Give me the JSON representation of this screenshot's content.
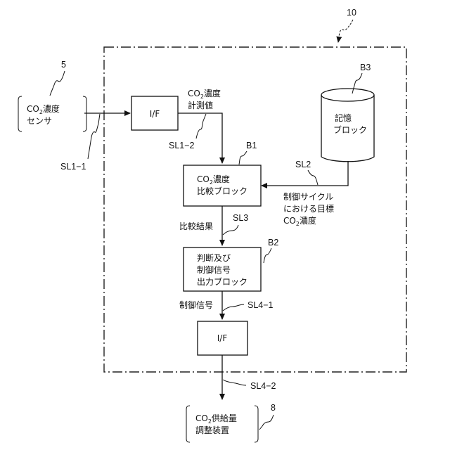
{
  "diagram": {
    "system": {
      "ref": "10"
    },
    "sensor": {
      "ref": "5",
      "line1_pre": "CO",
      "line1_sub": "2",
      "line1_post": "濃度",
      "line2": "センサ"
    },
    "if_in": {
      "label": "I/F"
    },
    "measured_label": {
      "line1_pre": "CO",
      "line1_sub": "2",
      "line1_post": "濃度",
      "line2": "計測値"
    },
    "signals": {
      "sl1_1": "SL1−1",
      "sl1_2": "SL1−2",
      "sl2": "SL2",
      "sl3": "SL3",
      "sl4_1": "SL4−1",
      "sl4_2": "SL4−2"
    },
    "storage": {
      "ref": "B3",
      "line1": "記憶",
      "line2": "ブロック"
    },
    "compare_block": {
      "ref": "B1",
      "line1_pre": "CO",
      "line1_sub": "2",
      "line1_post": "濃度",
      "line2": "比較ブロック"
    },
    "target_label": {
      "line1": "制御サイクル",
      "line2": "における目標",
      "line3_pre": "CO",
      "line3_sub": "2",
      "line3_post": "濃度"
    },
    "compare_result_label": "比較結果",
    "judge_block": {
      "ref": "B2",
      "line1": "判断及び",
      "line2": "制御信号",
      "line3": "出力ブロック"
    },
    "control_signal_label": "制御信号",
    "if_out": {
      "label": "I/F"
    },
    "supply_device": {
      "ref": "8",
      "line1_pre": "CO",
      "line1_sub": "2",
      "line1_post": "供給量",
      "line2": "調整装置"
    }
  }
}
